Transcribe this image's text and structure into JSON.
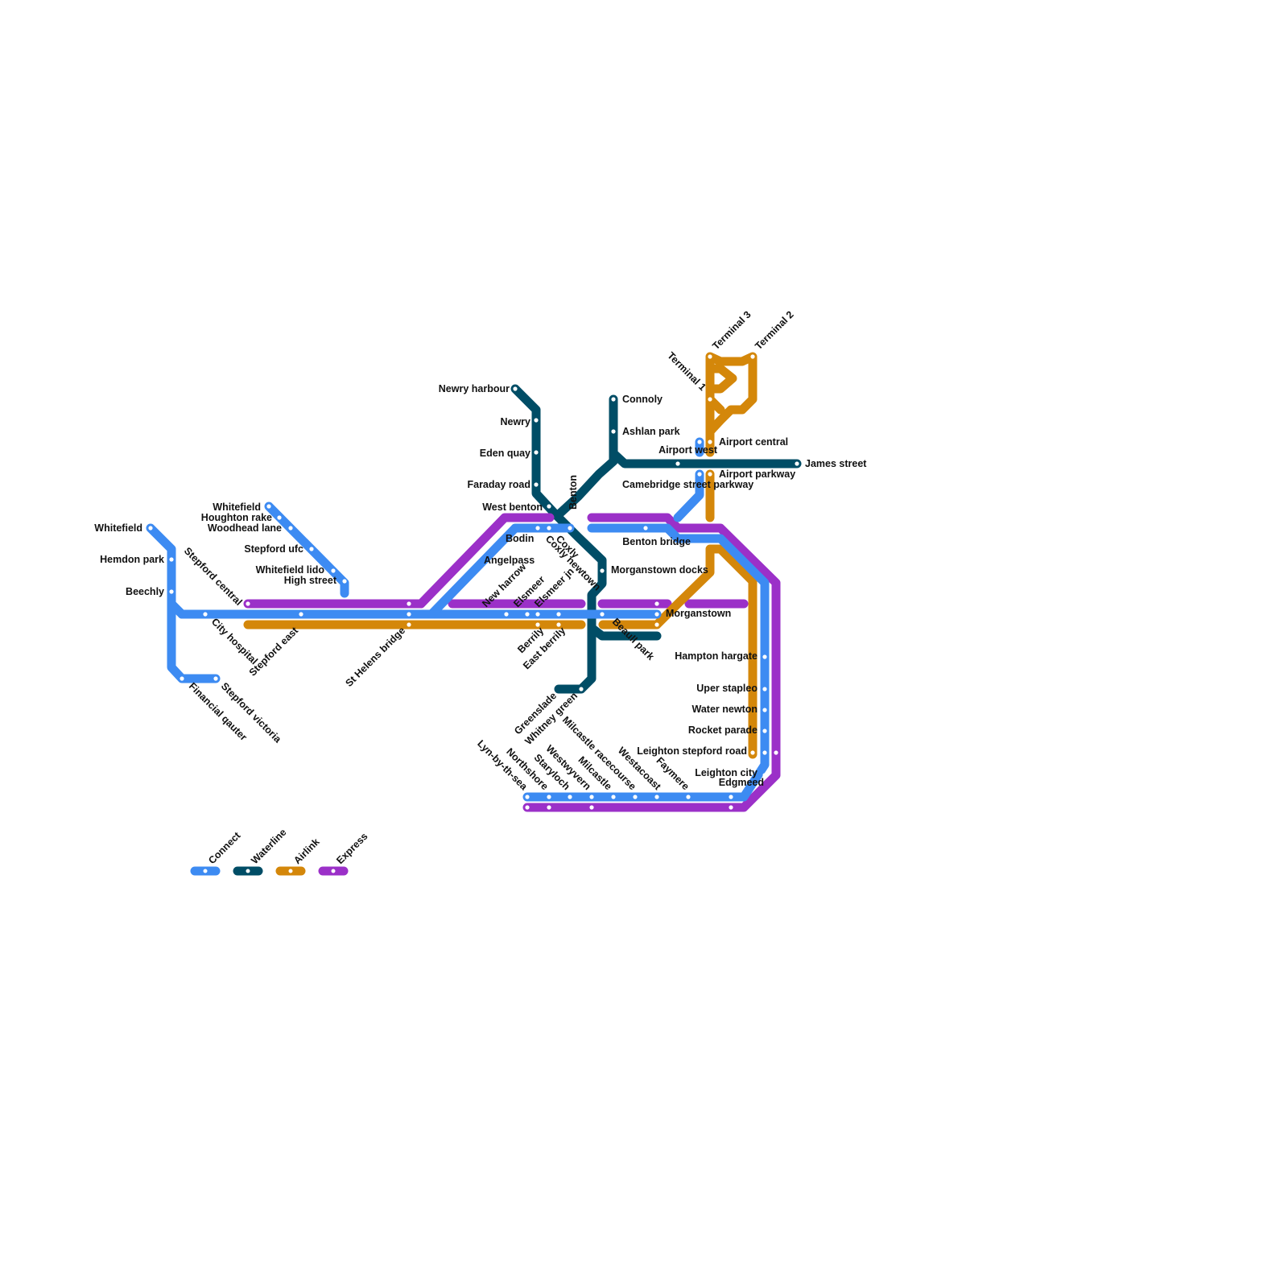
{
  "map": {
    "lines": [
      {
        "id": "connect",
        "name": "Connect",
        "color": "#3d8bf2"
      },
      {
        "id": "waterline",
        "name": "Waterline",
        "color": "#004d66"
      },
      {
        "id": "airlink",
        "name": "Airlink",
        "color": "#d4870a"
      },
      {
        "id": "express",
        "name": "Express",
        "color": "#9b30c8"
      }
    ],
    "stations": [
      "Whitefield",
      "Hemdon park",
      "Beechly",
      "Stepford central",
      "City hospital",
      "Stepford east",
      "Financial qauter",
      "Stepford victoria",
      "Whitefield",
      "Houghton rake",
      "Woodhead lane",
      "Stepford ufc",
      "Whitefield lido",
      "High street",
      "St Helens bridge",
      "New harrow",
      "Angelpass",
      "Bodin",
      "Elsmeer",
      "Elsmeer jn",
      "Coxly",
      "Coxly newtown",
      "Berrily",
      "East berrily",
      "Benton",
      "West benton",
      "Newry harbour",
      "Newry",
      "Eden quay",
      "Faraday road",
      "Connoly",
      "Ashlan park",
      "Camebridge street parkway",
      "Airport west",
      "James street",
      "Airport central",
      "Airport parkway",
      "Terminal 1",
      "Terminal 2",
      "Terminal 3",
      "Benton bridge",
      "Morganstown docks",
      "Morganstown",
      "Beaull park",
      "Greenslade",
      "Whitney green",
      "Hampton hargate",
      "Uper stapleo",
      "Water newton",
      "Rocket parade",
      "Leighton stepford road",
      "Leighton city",
      "Edgmeed",
      "Lyn-by-th-sea",
      "Northshore",
      "Staryloch",
      "Westwyvern",
      "Milcastle",
      "Milcastle racecourse",
      "Westacoast",
      "Faymere"
    ]
  }
}
